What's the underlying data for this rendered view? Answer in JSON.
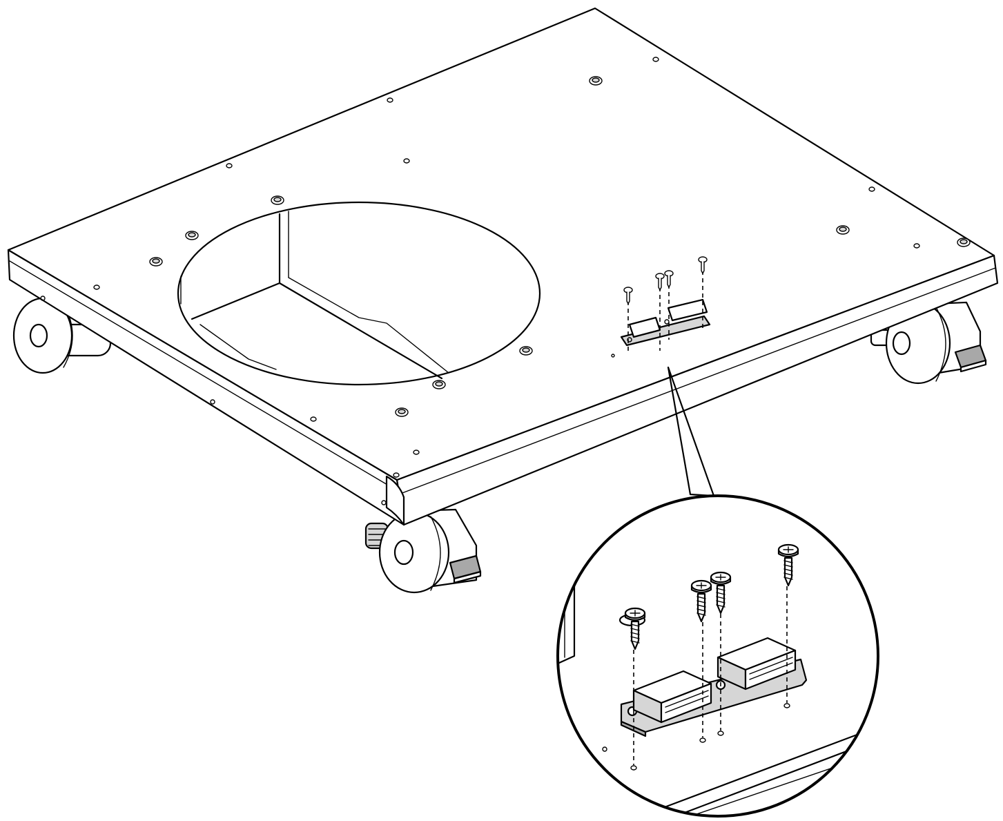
{
  "figure": {
    "kind": "exploded assembly line drawing",
    "components": [
      "caster-base-plate",
      "circular-cutout",
      "caster-wheel",
      "wheel-brake-lever",
      "magnetic-catch",
      "screw"
    ],
    "detail_callout": "magnetic-catch-detail",
    "colors": {
      "line": "#000000",
      "fill": "#ffffff",
      "shade": "#d6d6d6",
      "shade_dark": "#a8a8a8"
    }
  }
}
